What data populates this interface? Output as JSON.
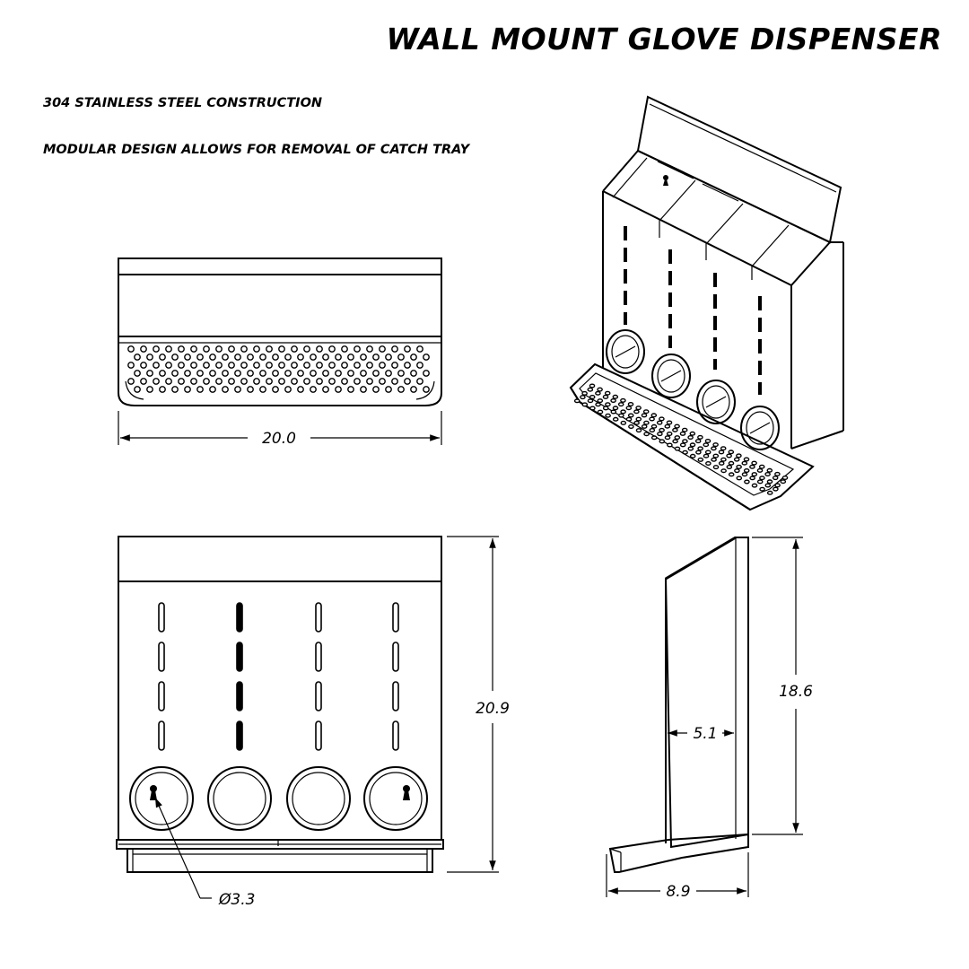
{
  "drawing": {
    "title": "WALL MOUNT GLOVE DISPENSER",
    "notes": [
      "304 STAINLESS STEEL CONSTRUCTION",
      "MODULAR DESIGN ALLOWS FOR REMOVAL OF CATCH TRAY"
    ],
    "dimensions": {
      "width": "20.0",
      "height": "20.9",
      "port_diameter": "Ø3.3",
      "side_height": "18.6",
      "depth_top": "5.1",
      "depth_bottom": "8.9"
    }
  }
}
